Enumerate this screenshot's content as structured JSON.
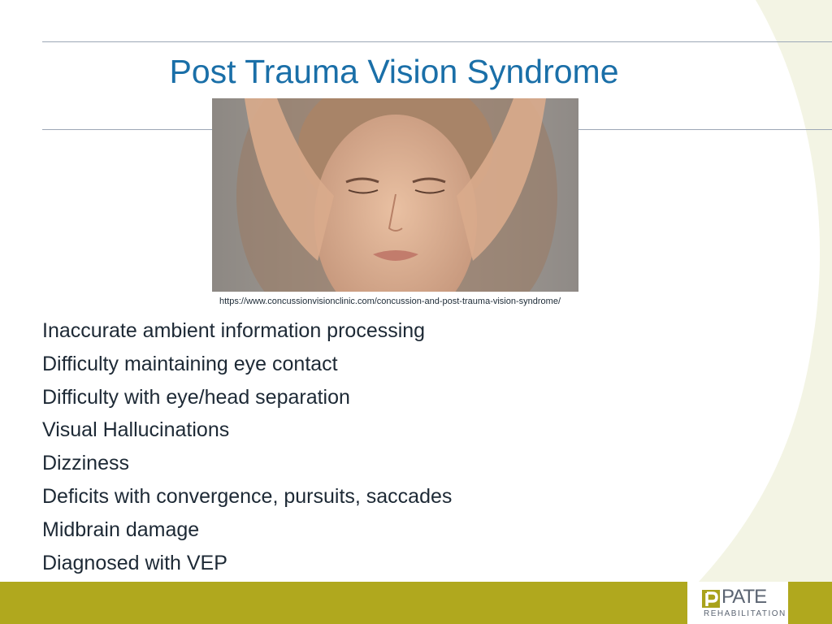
{
  "slide": {
    "title": "Post Trauma Vision Syndrome",
    "image_source_url": "https://www.concussionvisionclinic.com/concussion-and-post-trauma-vision-syndrome/",
    "bullets": [
      "Inaccurate ambient information processing",
      "Difficulty maintaining eye contact",
      "Difficulty with eye/head separation",
      "Visual Hallucinations",
      "Dizziness",
      "Deficits with convergence, pursuits, saccades",
      "Midbrain damage",
      "Diagnosed with VEP"
    ]
  },
  "footer": {
    "logo_word": "PATE",
    "logo_sub": "REHABILITATION"
  },
  "colors": {
    "title": "#1a6fa8",
    "footer_bar": "#b0a81e",
    "text": "#1d2935"
  }
}
